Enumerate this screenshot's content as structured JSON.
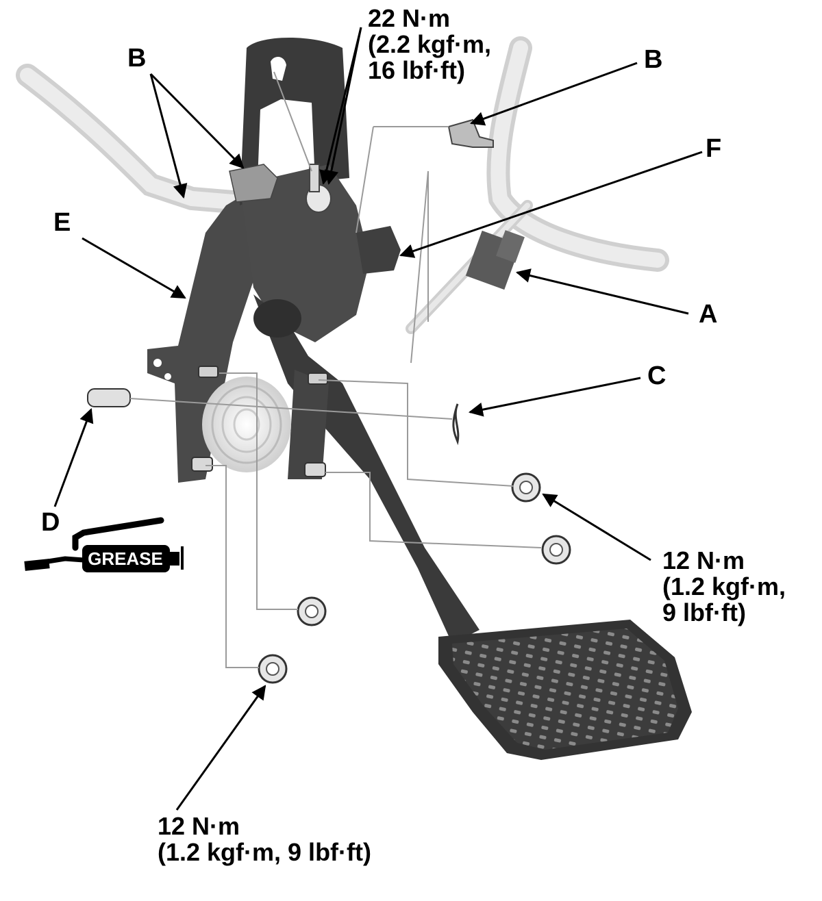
{
  "labels": {
    "a": "A",
    "b_left": "B",
    "b_right": "B",
    "c": "C",
    "d": "D",
    "e": "E",
    "f": "F"
  },
  "torque": {
    "top": "22 N·m\n(2.2 kgf·m,\n16 lbf·ft)",
    "right": "12 N·m\n(1.2 kgf·m,\n9 lbf·ft)",
    "bottom": "12 N·m\n(1.2 kgf·m, 9 lbf·ft)"
  },
  "grease_label": "GREASE",
  "colors": {
    "ink": "#000000",
    "pedal_dark": "#3a3a3a",
    "pedal_mid": "#555555",
    "cable_light": "#d8d8d8",
    "leader_line": "#9a9a9a"
  }
}
